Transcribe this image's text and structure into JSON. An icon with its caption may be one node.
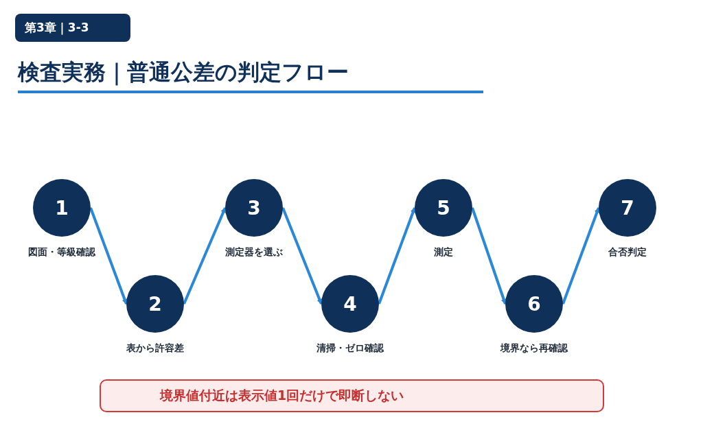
{
  "diagram": {
    "title": "検査実務｜普通公差の判定フロー",
    "nodes": [
      {
        "text": [
          "第3章｜3-3"
        ]
      },
      {
        "text": [
          "1"
        ],
        "beside": [
          "図面・等級確認"
        ]
      },
      {
        "text": [
          "2"
        ],
        "beside": [
          "表から許容差"
        ]
      },
      {
        "text": [
          "3"
        ],
        "beside": [
          "測定器を選ぶ"
        ]
      },
      {
        "text": [
          "4"
        ],
        "beside": [
          "清掃・ゼロ確認"
        ]
      },
      {
        "text": [
          "5"
        ],
        "beside": [
          "測定"
        ]
      },
      {
        "text": [
          "6"
        ],
        "beside": [
          "境界なら再確認"
        ]
      },
      {
        "text": [
          "7"
        ],
        "beside": [
          "合否判定"
        ]
      },
      {
        "text": [
          "境界値付近は表示値1回だけで即断しない"
        ]
      }
    ],
    "edges": [
      {
        "from": 1,
        "to": 2,
        "arrow": "to"
      },
      {
        "from": 2,
        "to": 3,
        "arrow": "to"
      },
      {
        "from": 3,
        "to": 4,
        "arrow": "to"
      },
      {
        "from": 4,
        "to": 5,
        "arrow": "to"
      },
      {
        "from": 5,
        "to": 6,
        "arrow": "to"
      },
      {
        "from": 6,
        "to": 7,
        "arrow": "to"
      }
    ]
  }
}
